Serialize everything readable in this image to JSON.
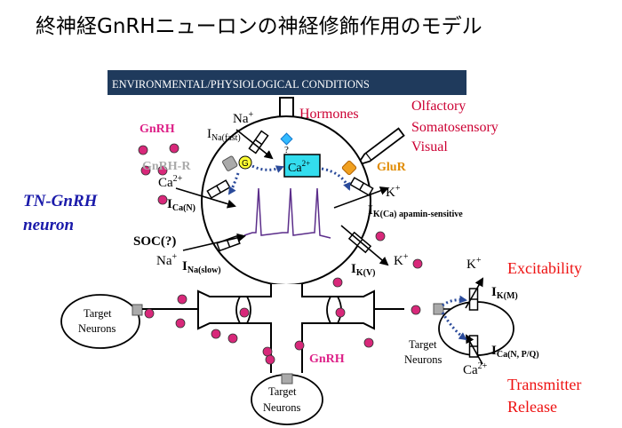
{
  "title": "終神経GnRHニューロンの神経修飾作用のモデル",
  "banner": "ENVIRONMENTAL/PHYSIOLOGICAL CONDITIONS",
  "hormones": "Hormones",
  "senses": [
    "Olfactory",
    "Somatosensory",
    "Visual"
  ],
  "gnrh_label": "GnRH",
  "gnrh_r": "GnRH-R",
  "g_protein": "G",
  "glur": "GluR",
  "question": "?",
  "ca_internal": "Ca",
  "ca_internal_sup": "2+",
  "neuron_name": [
    "TN-GnRH",
    "neuron"
  ],
  "na": "Na",
  "na_sup": "+",
  "k": "K",
  "k_sup": "+",
  "ca": "Ca",
  "ca_sup": "2+",
  "i": "I",
  "i_na_fast_sub": "Na(fast)",
  "i_ca_n_sub": "Ca(N)",
  "i_kca_sub": "K(Ca) apamin-sensitive",
  "soc": "SOC(?)",
  "i_na_slow_sub": "Na(slow)",
  "i_kv_sub": "K(V)",
  "i_km_sub": "K(M)",
  "i_ca_np_sub": "Ca(N, P/Q)",
  "excitability": "Excitability",
  "transmitter_release": [
    "Transmitter",
    "Release"
  ],
  "target_neurons": [
    "Target",
    "Neurons"
  ],
  "colors": {
    "banner_bg": "#1f3a5c",
    "hormone_red": "#cc0033",
    "gnrh_pink": "#dd2288",
    "neuron_blue": "#1a1aaa",
    "glur_orange": "#e08a00",
    "dot_pink": "#d8287a",
    "ca_cyan": "#33ddee",
    "grey": "#aaaaaa",
    "trace": "#5b2d8a",
    "arrow_blue": "#2a4a9a",
    "red_text": "#ee1111"
  }
}
